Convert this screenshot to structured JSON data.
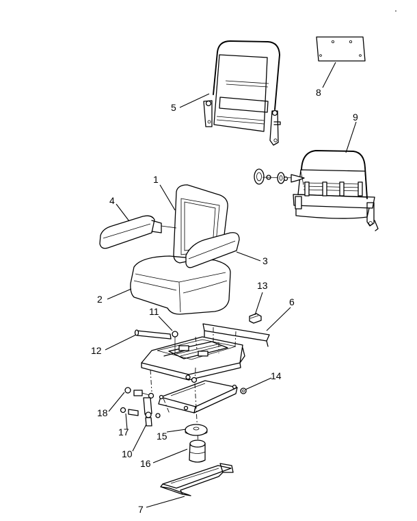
{
  "callouts": [
    {
      "id": "c1",
      "label": "1",
      "part": "seat-backrest-cushion"
    },
    {
      "id": "c2",
      "label": "2",
      "part": "seat-bottom-cushion"
    },
    {
      "id": "c3",
      "label": "3",
      "part": "right-armrest"
    },
    {
      "id": "c4",
      "label": "4",
      "part": "left-armrest"
    },
    {
      "id": "c5",
      "label": "5",
      "part": "backrest-frame"
    },
    {
      "id": "c6",
      "label": "6",
      "part": "seat-mounting-plate"
    },
    {
      "id": "c7",
      "label": "7",
      "part": "base-frame"
    },
    {
      "id": "c8",
      "label": "8",
      "part": "mounting-plate"
    },
    {
      "id": "c9",
      "label": "9",
      "part": "seat-frame-assembly"
    },
    {
      "id": "c10",
      "label": "10",
      "part": "shock-absorber"
    },
    {
      "id": "c11",
      "label": "11",
      "part": "bolt"
    },
    {
      "id": "c12",
      "label": "12",
      "part": "shaft"
    },
    {
      "id": "c13",
      "label": "13",
      "part": "bracket"
    },
    {
      "id": "c14",
      "label": "14",
      "part": "nut"
    },
    {
      "id": "c15",
      "label": "15",
      "part": "spring-seat"
    },
    {
      "id": "c16",
      "label": "16",
      "part": "air-spring"
    },
    {
      "id": "c17",
      "label": "17",
      "part": "pin"
    },
    {
      "id": "c18",
      "label": "18",
      "part": "bushing"
    }
  ]
}
